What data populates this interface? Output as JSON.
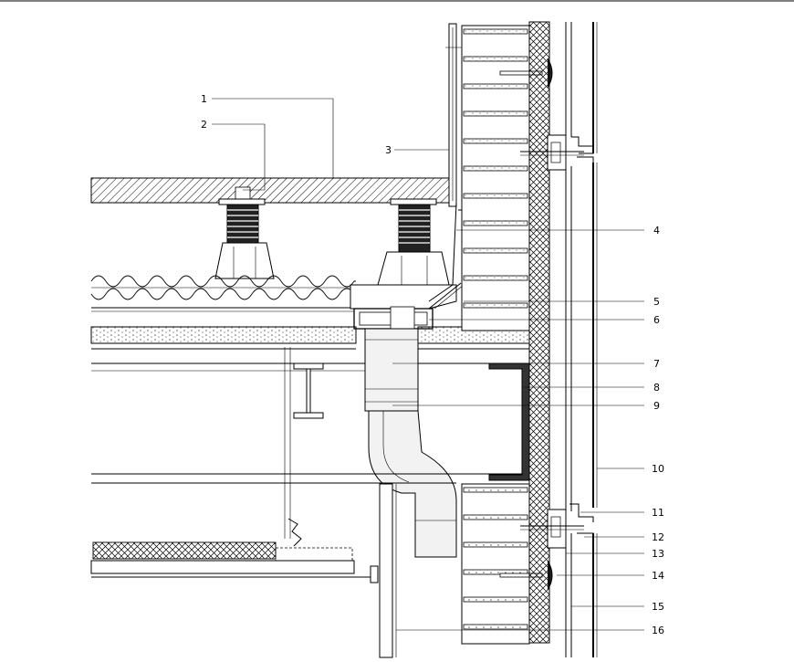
{
  "callouts": [
    {
      "id": "1",
      "text": "1"
    },
    {
      "id": "2",
      "text": "2"
    },
    {
      "id": "3",
      "text": "3"
    },
    {
      "id": "4",
      "text": "4"
    },
    {
      "id": "5",
      "text": "5"
    },
    {
      "id": "6",
      "text": "6"
    },
    {
      "id": "7",
      "text": "7"
    },
    {
      "id": "8",
      "text": "8"
    },
    {
      "id": "9",
      "text": "9"
    },
    {
      "id": "10",
      "text": "10"
    },
    {
      "id": "11",
      "text": "11"
    },
    {
      "id": "12",
      "text": "12"
    },
    {
      "id": "13",
      "text": "13"
    },
    {
      "id": "14",
      "text": "14"
    },
    {
      "id": "15",
      "text": "15"
    },
    {
      "id": "16",
      "text": "16"
    }
  ],
  "colors": {
    "line": "#000000",
    "background": "#ffffff",
    "pipe": "#f2f2f2"
  }
}
